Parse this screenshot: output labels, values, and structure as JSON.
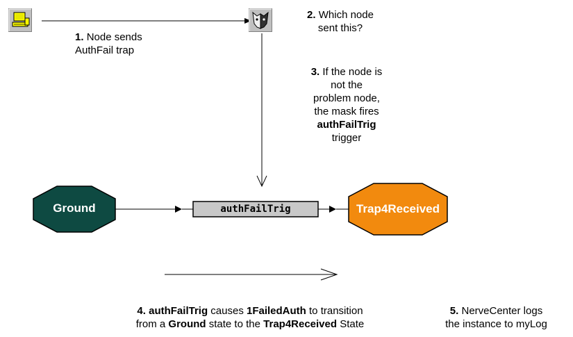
{
  "steps": {
    "s1": {
      "num": "1.",
      "line1": "Node sends",
      "line2": "AuthFail trap"
    },
    "s2": {
      "num": "2.",
      "line1": "Which node",
      "line2": "sent this?"
    },
    "s3": {
      "num": "3.",
      "line1": "If the node is",
      "line2": "not the",
      "line3": "problem node,",
      "line4": "the mask fires",
      "line5": "authFailTrig",
      "line6": "trigger"
    },
    "s4": {
      "num": "4.",
      "t1": "authFailTrig",
      "t2": "causes",
      "t3": "1FailedAuth",
      "t4": "to transition",
      "t5": "from a",
      "t6": "Ground",
      "t7": "state to the",
      "t8": "Trap4Received",
      "t9": "State"
    },
    "s5": {
      "num": "5.",
      "line1": "NerveCenter logs",
      "line2": "the instance to myLog"
    }
  },
  "states": {
    "ground": "Ground",
    "trap": "Trap4Received"
  },
  "trigger": "authFailTrig",
  "colors": {
    "ground": "#0e4a42",
    "trap": "#f28a0e",
    "trigger_box": "#c8c8c8"
  },
  "icons": {
    "node": "computer-node-icon",
    "mask": "mask-icon"
  }
}
